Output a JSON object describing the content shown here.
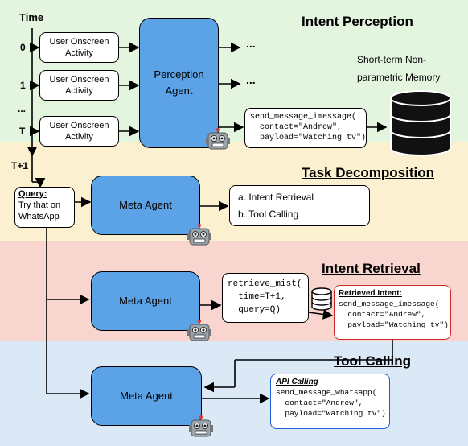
{
  "time_label": "Time",
  "time_ticks": [
    "0",
    "1",
    "...",
    "T"
  ],
  "next_step_label": "T+1",
  "sections": {
    "intent_perception": "Intent Perception",
    "task_decomposition": "Task Decomposition",
    "intent_retrieval": "Intent Retrieval",
    "tool_calling": "Tool Calling"
  },
  "activity_boxes": [
    "User Onscreen Activity",
    "User Onscreen Activity",
    "User Onscreen Activity"
  ],
  "ellipsis": "...",
  "perception_agent": "Perception Agent",
  "memory_label": "Short-term Non-parametric Memory",
  "perception_output": "send_message_imessage(\n  contact=\"Andrew\",\n  payload=\"Watching tv\")",
  "query": {
    "title": "Query:",
    "body": "Try that on WhatsApp"
  },
  "meta_agent": "Meta Agent",
  "decomposition_steps": [
    "a. Intent Retrieval",
    "b. Tool Calling"
  ],
  "retrieve_call": "retrieve_mist(\n  time=T+1,\n  query=Q)",
  "retrieved_intent": {
    "title": "Retrieved Intent:",
    "body": "send_message_imessage(\n  contact=\"Andrew\",\n  payload=\"Watching tv\")"
  },
  "api_calling": {
    "title": "API Calling",
    "body": "send_message_whatsapp(\n  contact=\"Andrew\",\n  payload=\"Watching tv\")"
  },
  "icons": [
    "robot-icon",
    "database-icon"
  ]
}
